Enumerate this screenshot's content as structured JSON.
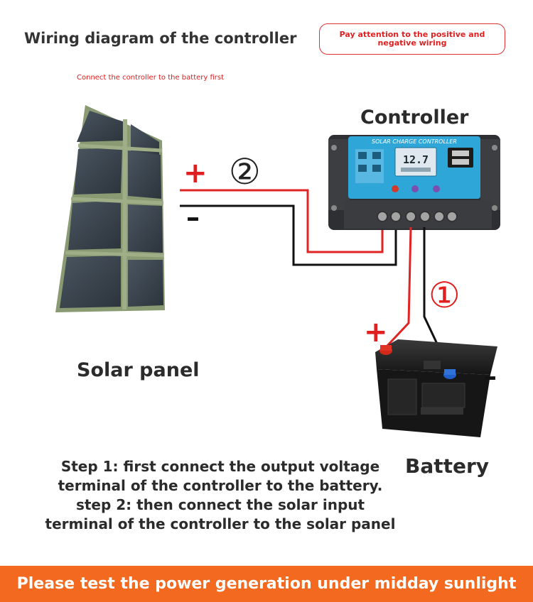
{
  "header": {
    "title": "Wiring diagram of the controller",
    "note": "Pay attention to the positive and negative wiring",
    "subnote": "Connect the controller to the battery first"
  },
  "labels": {
    "controller": "Controller",
    "solar_panel": "Solar panel",
    "battery": "Battery",
    "plus_symbol": "+",
    "minus_symbol": "–",
    "step_one_marker": "①",
    "step_two_marker": "②"
  },
  "controller_device": {
    "brand_strip": "SOLAR CHARGE CONTROLLER",
    "lcd_reading": "12.7"
  },
  "steps": {
    "line1": "Step 1: first connect the output voltage",
    "line2": "terminal of the controller to the battery.",
    "line3": "step 2: then connect the solar input",
    "line4": "terminal of the controller to the solar panel"
  },
  "footer": {
    "text": "Please test the power generation under midday sunlight"
  },
  "colors": {
    "accent": "#e02020",
    "footer_bg": "#f2691f",
    "wire_positive": "#e02424",
    "wire_negative": "#111111",
    "controller_screen": "#2fa6d8"
  }
}
